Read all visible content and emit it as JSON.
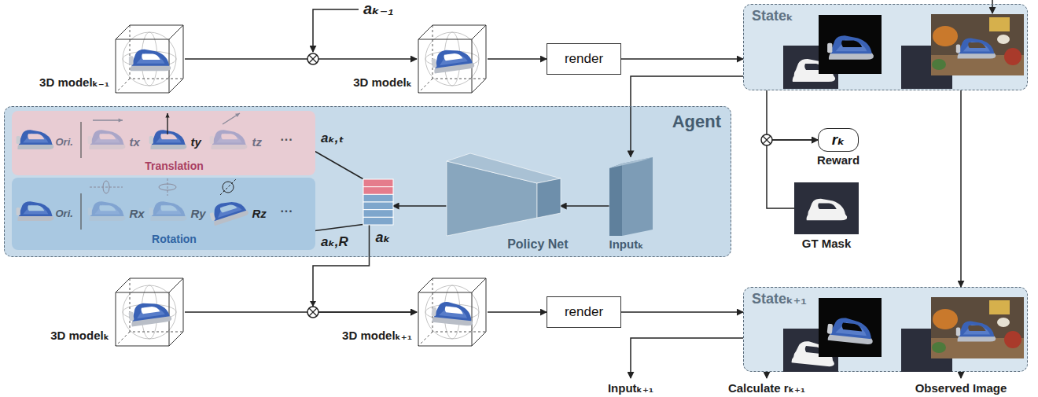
{
  "diagram": {
    "nodes": [
      {
        "text": [
          "3D modelₖ₋₁"
        ]
      },
      {
        "text": [
          "3D modelₖ"
        ]
      },
      {
        "text": [
          "render"
        ]
      },
      {
        "text": [
          "Stateₖ"
        ]
      },
      {
        "text": [
          "Agent"
        ]
      },
      {
        "text": [
          "Ori.",
          "tx",
          "ty",
          "tz",
          "···",
          "Translation"
        ],
        "in": 4
      },
      {
        "text": [
          "Ori.",
          "Rx",
          "Ry",
          "Rz",
          "···",
          "Rotation"
        ],
        "in": 4
      },
      {
        "text": [
          "aₖ"
        ],
        "in": 4
      },
      {
        "text": [
          "Policy Net"
        ],
        "in": 4
      },
      {
        "text": [
          "Inputₖ"
        ],
        "in": 4
      },
      {
        "text": [
          "rₖ",
          "Reward"
        ]
      },
      {
        "text": [
          "GT Mask"
        ]
      },
      {
        "text": [
          "3D modelₖ"
        ]
      },
      {
        "text": [
          "3D modelₖ₊₁"
        ]
      },
      {
        "text": [
          "render"
        ]
      },
      {
        "text": [
          "Stateₖ₊₁"
        ]
      }
    ],
    "edges": [
      {
        "from": 0,
        "to": 1,
        "arrow": "to"
      },
      {
        "from": 1,
        "to": 2,
        "arrow": "to"
      },
      {
        "from": 2,
        "to": 3,
        "arrow": "to"
      },
      {
        "from": 3,
        "to": 9,
        "arrow": "to"
      },
      {
        "from": 9,
        "to": 8,
        "arrow": "to"
      },
      {
        "from": 8,
        "to": 7,
        "arrow": "to"
      },
      {
        "from": 7,
        "to": 13,
        "arrow": "to"
      },
      {
        "from": 12,
        "to": 13,
        "arrow": "to"
      },
      {
        "from": 13,
        "to": 14,
        "arrow": "to"
      },
      {
        "from": 14,
        "to": 15,
        "arrow": "to"
      },
      {
        "from": 3,
        "to": 10,
        "arrow": "to"
      },
      {
        "from": 11,
        "to": 10,
        "arrow": "to"
      },
      {
        "from": 3,
        "to": 15,
        "arrow": "to"
      },
      {
        "from": 5,
        "to": 7,
        "arrow": "none"
      },
      {
        "from": 6,
        "to": 7,
        "arrow": "none"
      }
    ],
    "labels": [
      "aₖ₋₁",
      "aₖ,ₜ",
      "aₖ,R",
      "Inputₖ₊₁",
      "Calculate rₖ₊₁",
      "Observed Image"
    ]
  }
}
